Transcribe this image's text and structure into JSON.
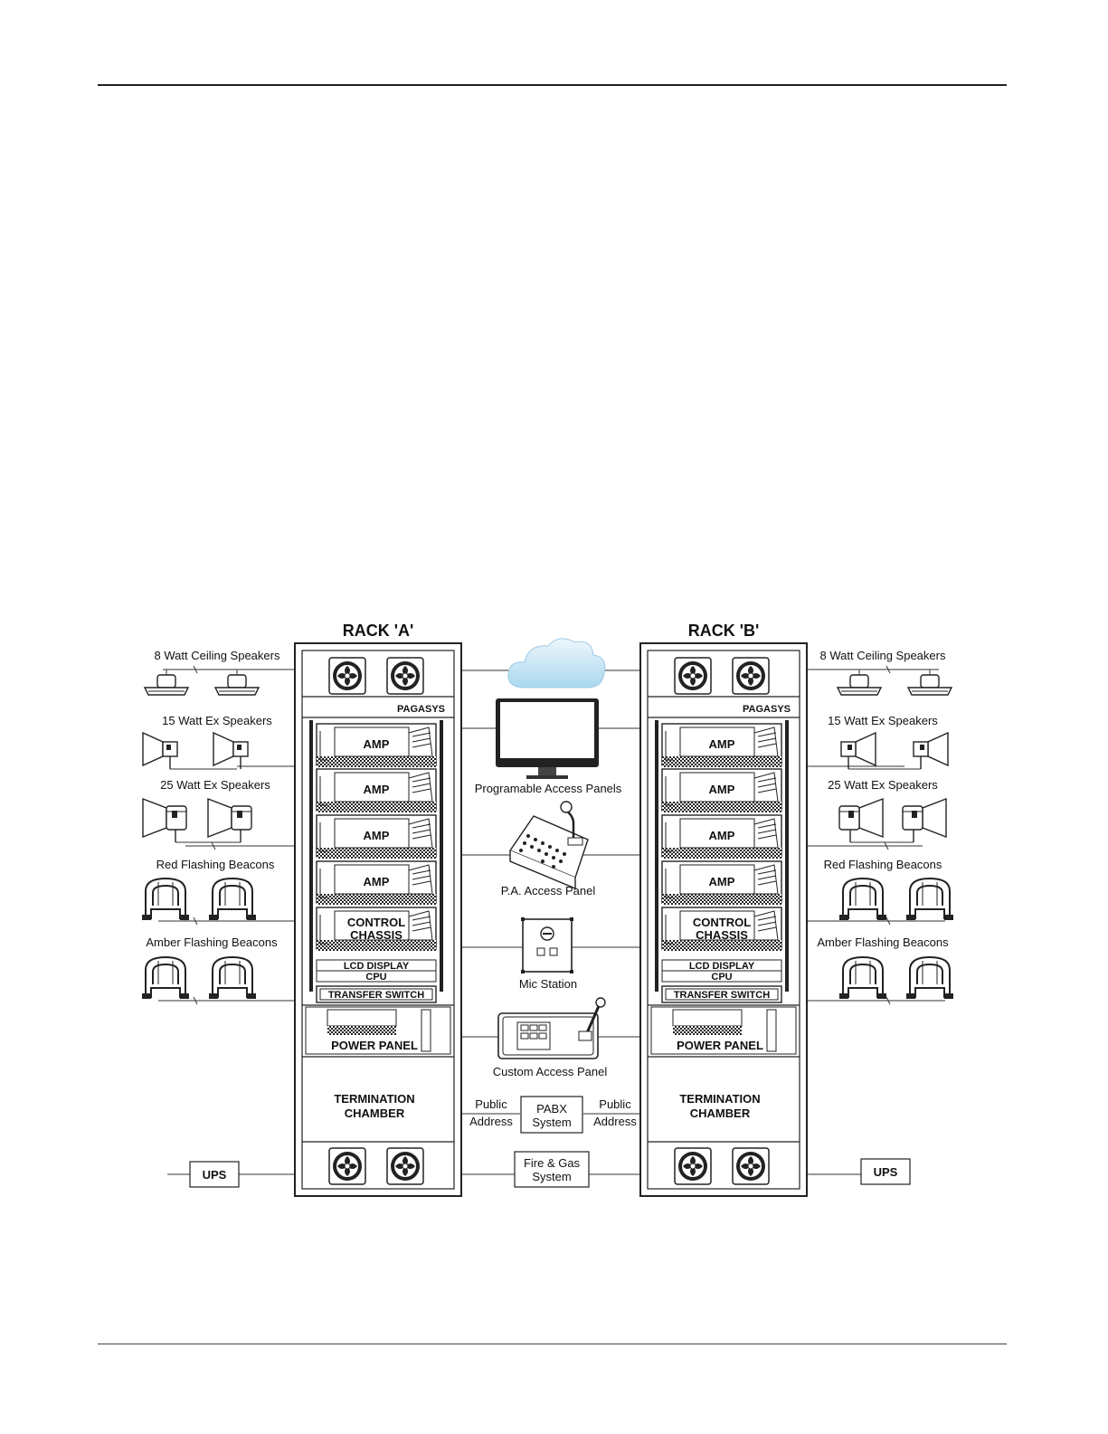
{
  "racks": [
    {
      "title": "RACK 'A'",
      "brand": "PAGASYS",
      "amps": [
        "AMP",
        "AMP",
        "AMP",
        "AMP"
      ],
      "control_chassis": [
        "CONTROL",
        "CHASSIS"
      ],
      "lcd_display": "LCD DISPLAY",
      "cpu": "CPU",
      "transfer_switch": "TRANSFER SWITCH",
      "power_panel": "POWER PANEL",
      "termination_chamber": [
        "TERMINATION",
        "CHAMBER"
      ]
    },
    {
      "title": "RACK 'B'",
      "brand": "PAGASYS",
      "amps": [
        "AMP",
        "AMP",
        "AMP",
        "AMP"
      ],
      "control_chassis": [
        "CONTROL",
        "CHASSIS"
      ],
      "lcd_display": "LCD DISPLAY",
      "cpu": "CPU",
      "transfer_switch": "TRANSFER SWITCH",
      "power_panel": "POWER PANEL",
      "termination_chamber": [
        "TERMINATION",
        "CHAMBER"
      ]
    }
  ],
  "field_devices_left": [
    {
      "label": "8 Watt Ceiling Speakers",
      "icon": "ceiling-speaker-icon"
    },
    {
      "label": "15 Watt Ex Speakers",
      "icon": "horn-speaker-icon"
    },
    {
      "label": "25 Watt Ex Speakers",
      "icon": "horn-speaker-icon"
    },
    {
      "label": "Red Flashing Beacons",
      "icon": "beacon-icon"
    },
    {
      "label": "Amber Flashing Beacons",
      "icon": "beacon-icon"
    }
  ],
  "field_devices_right": [
    {
      "label": "8 Watt Ceiling Speakers",
      "icon": "ceiling-speaker-icon"
    },
    {
      "label": "15 Watt Ex Speakers",
      "icon": "horn-speaker-icon"
    },
    {
      "label": "25 Watt Ex Speakers",
      "icon": "horn-speaker-icon"
    },
    {
      "label": "Red Flashing Beacons",
      "icon": "beacon-icon"
    },
    {
      "label": "Amber Flashing Beacons",
      "icon": "beacon-icon"
    }
  ],
  "center": {
    "cloud_icon": "cloud-icon",
    "monitor_label": "Programable Access Panels",
    "pa_panel_label": "P.A. Access Panel",
    "mic_station_label": "Mic Station",
    "custom_panel_label": "Custom Access Panel",
    "public_address_left": [
      "Public",
      "Address"
    ],
    "public_address_right": [
      "Public",
      "Address"
    ],
    "pabx": [
      "PABX",
      "System"
    ],
    "fire_gas": [
      "Fire & Gas",
      "System"
    ]
  },
  "ups_left": "UPS",
  "ups_right": "UPS"
}
